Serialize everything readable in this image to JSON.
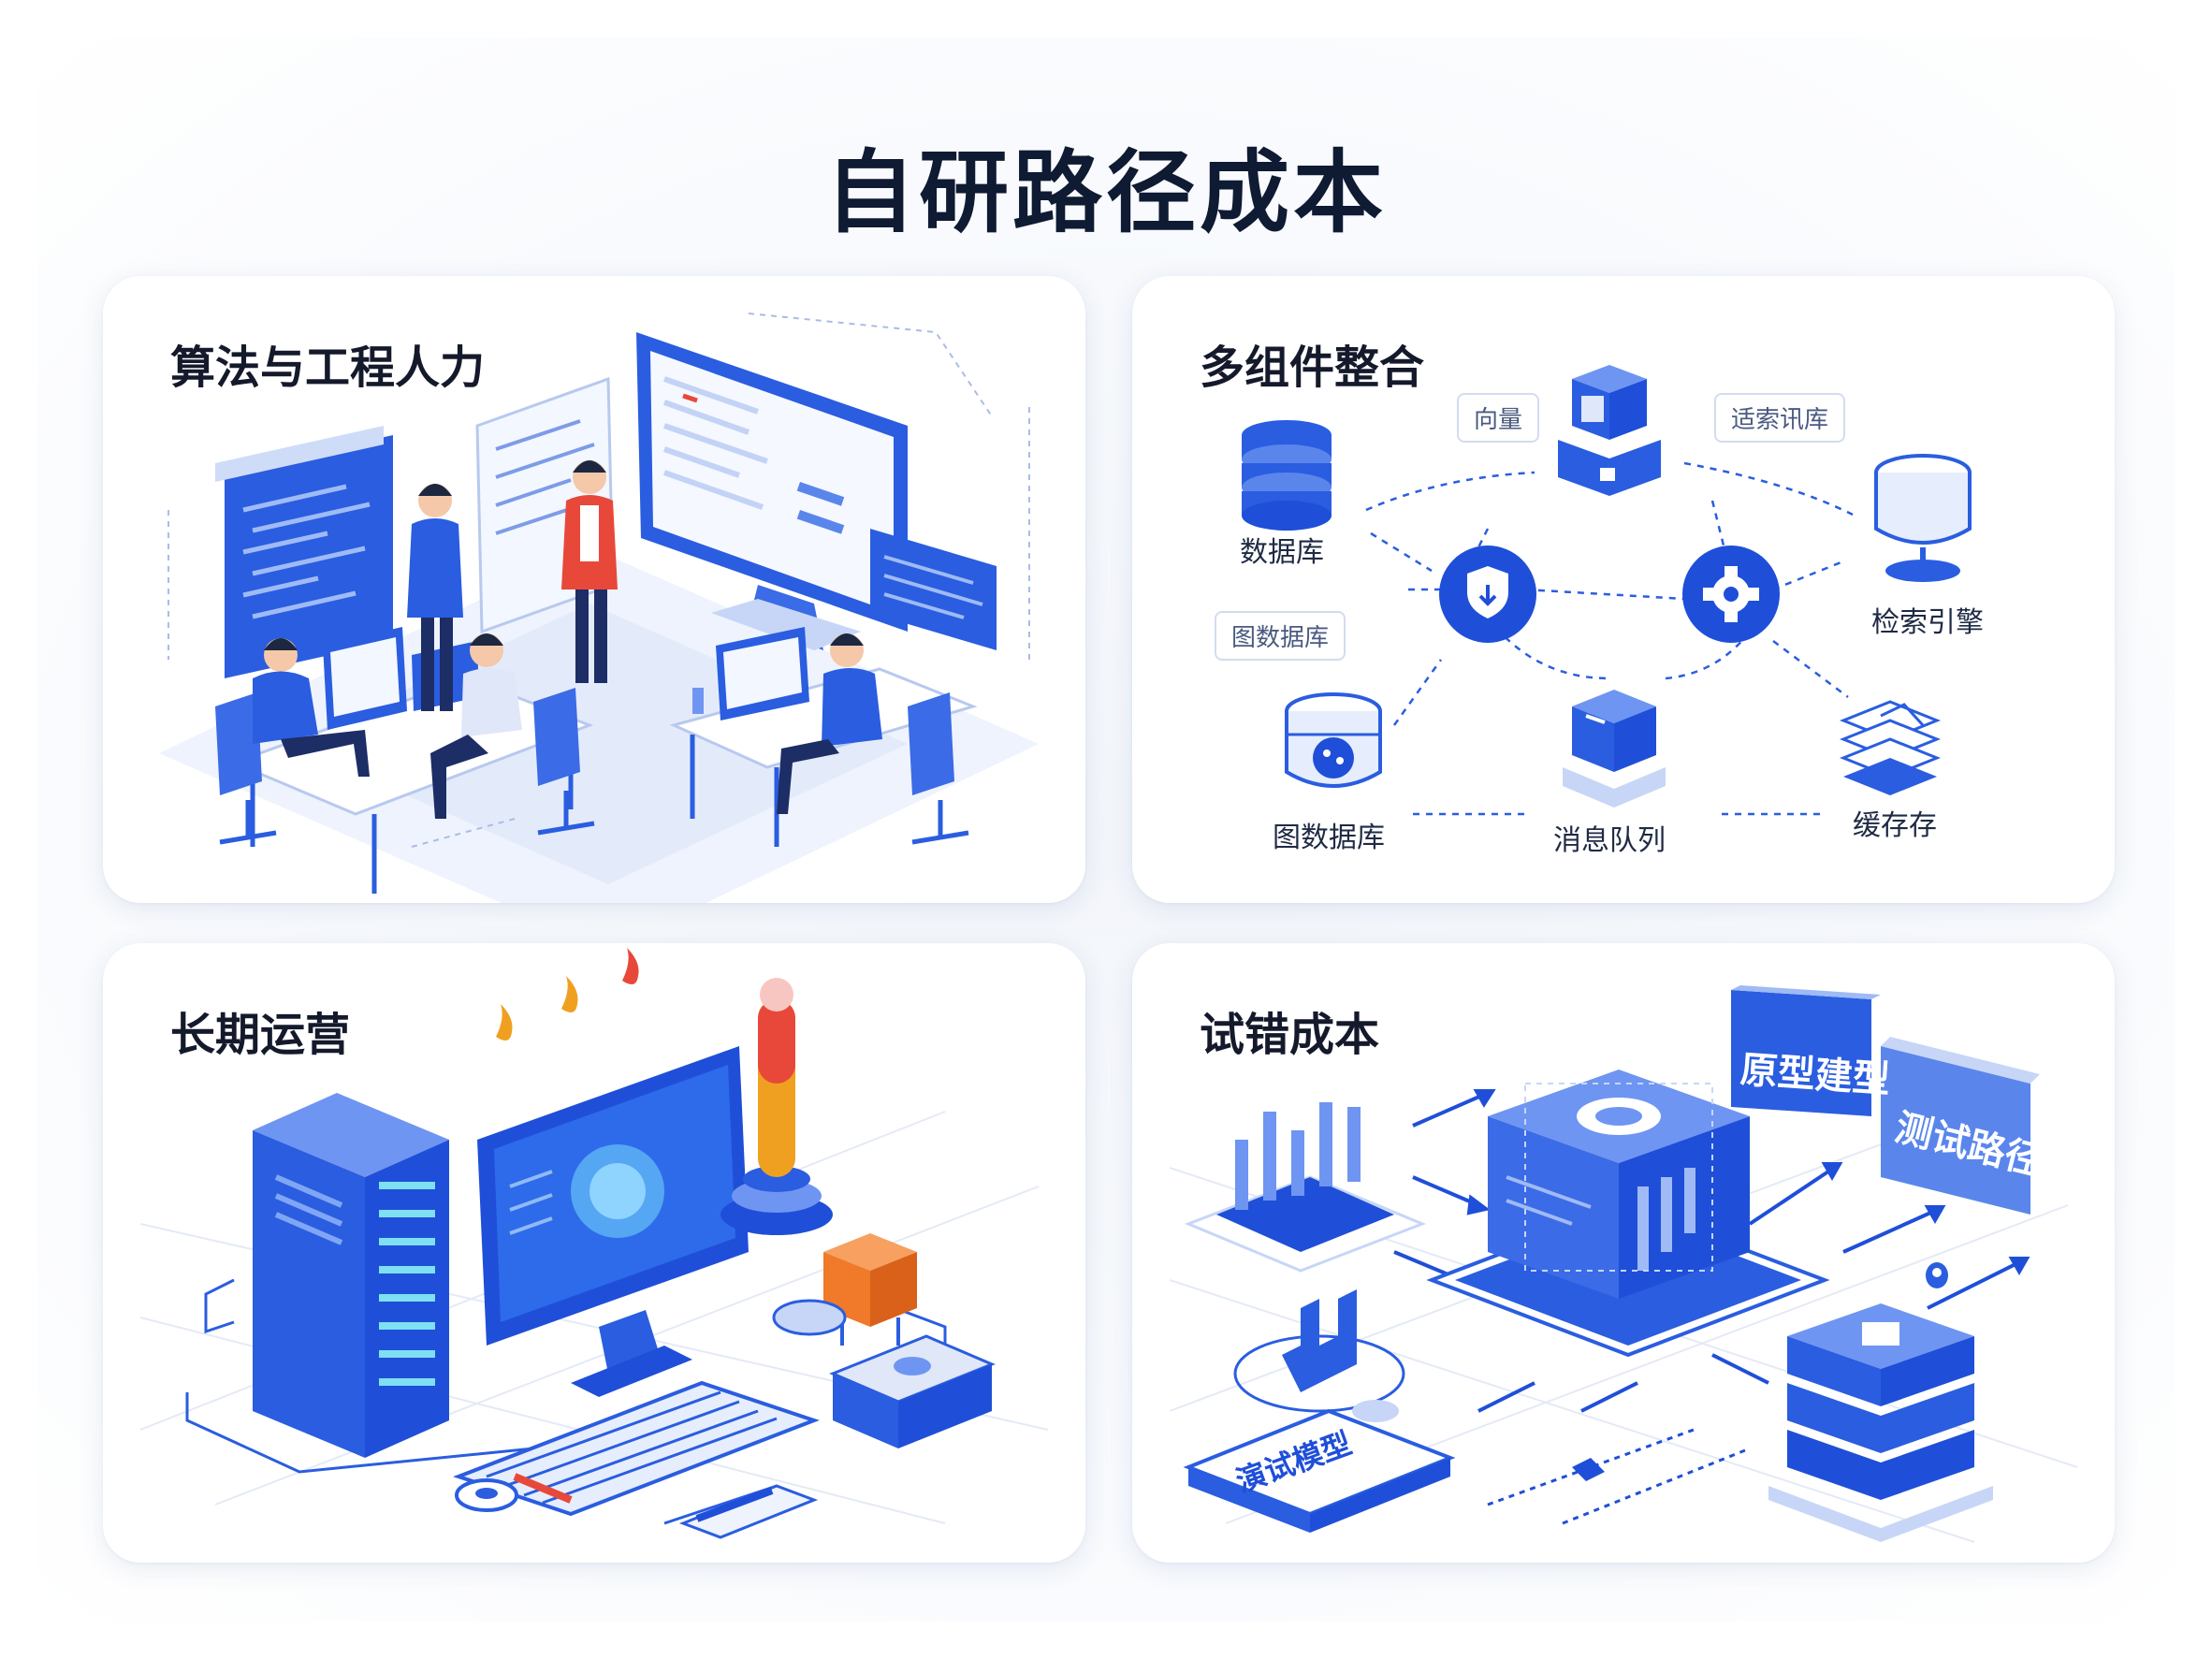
{
  "page": {
    "title": "自研路径成本"
  },
  "colors": {
    "primary": "#1f4fd8",
    "primary_light": "#6f95f2",
    "pale": "#e6edfc",
    "accent_orange": "#f07a2a",
    "accent_red": "#e8483a"
  },
  "cards": [
    {
      "title": "算法与工程人力"
    },
    {
      "title": "多组件整合",
      "nodes": [
        "数据库",
        "检索引擎",
        "图数据库",
        "消息队列",
        "缓存存"
      ],
      "chips": [
        "向量",
        "适索讯库",
        "图数据库"
      ]
    },
    {
      "title": "长期运营"
    },
    {
      "title": "试错成本",
      "tags": [
        "原型建型",
        "测试路径",
        "演试模型"
      ]
    }
  ]
}
